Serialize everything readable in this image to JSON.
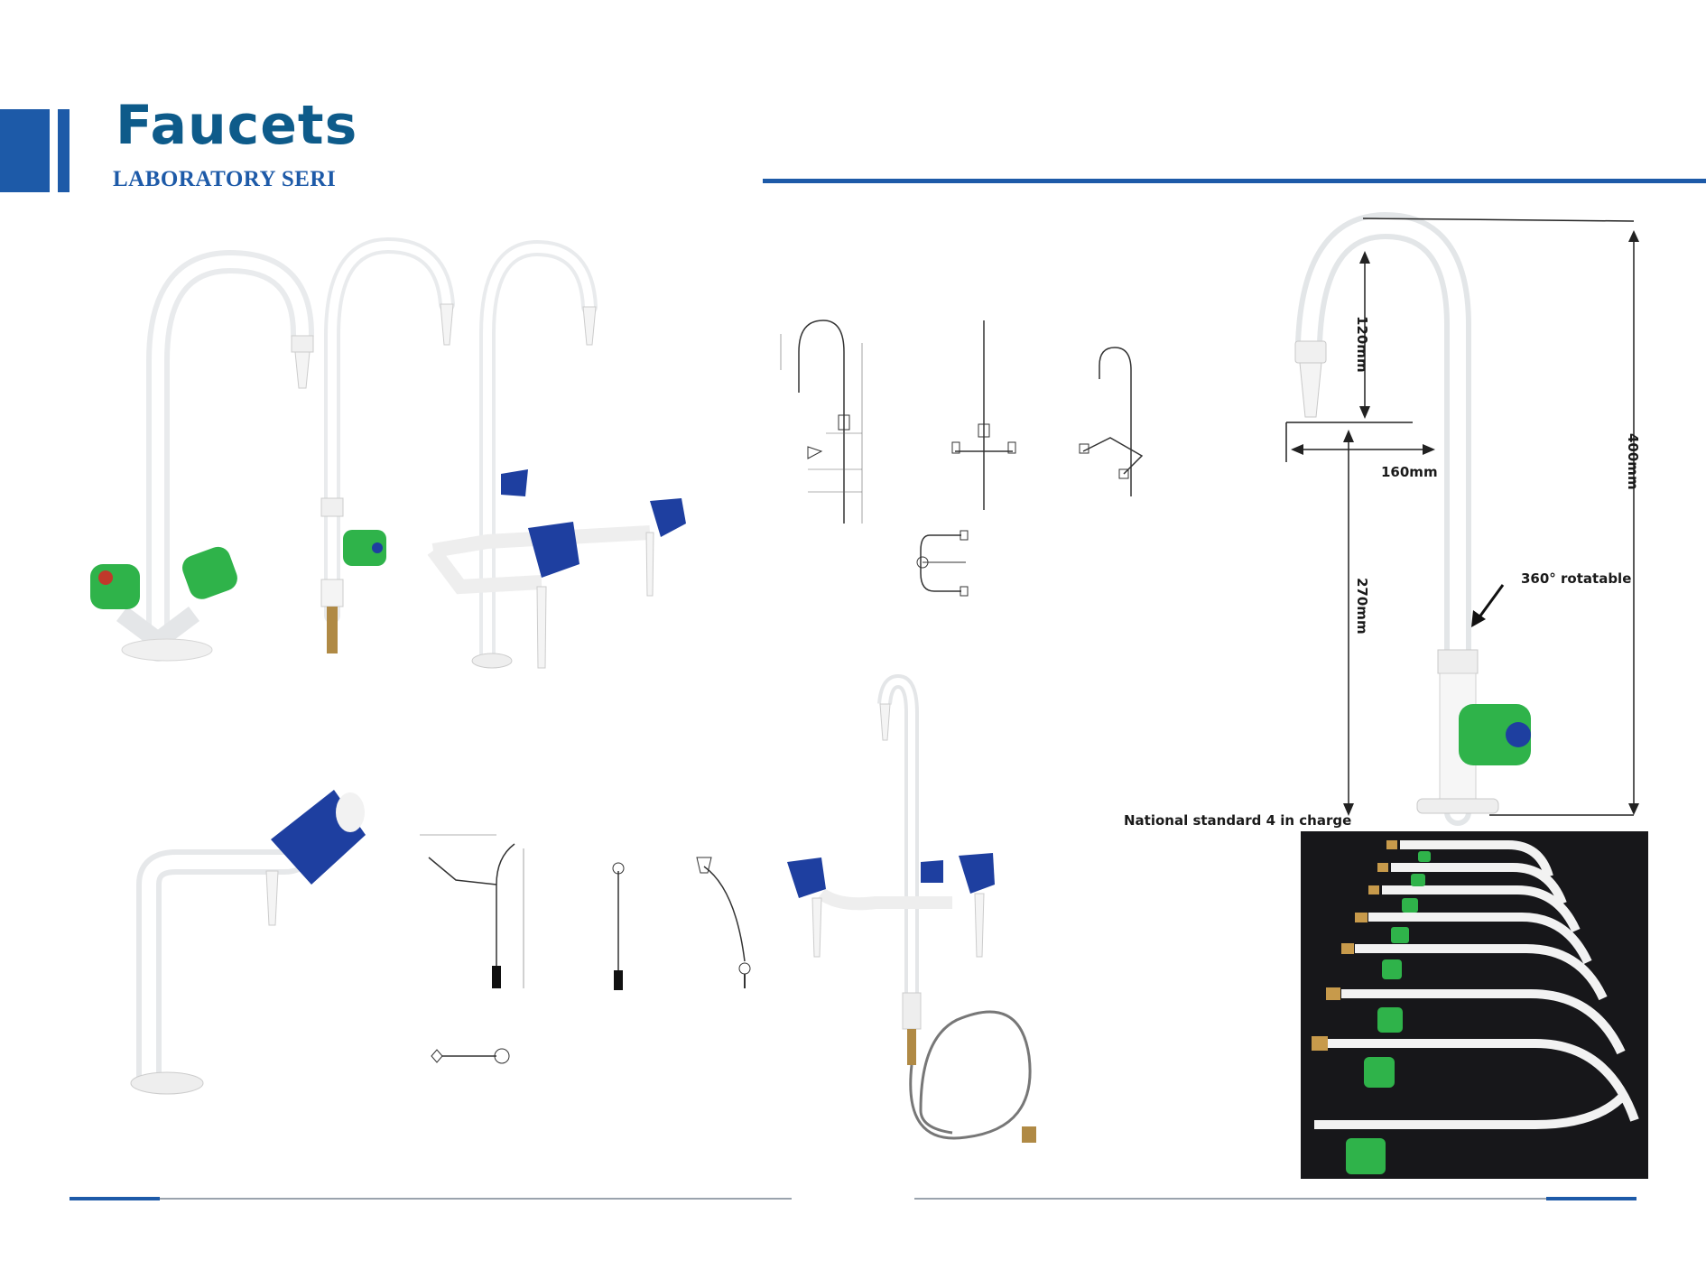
{
  "header": {
    "title": "Faucets",
    "subtitle": "LABORATORY SERI"
  },
  "dimensions": {
    "spout_height": "120mm",
    "spout_reach": "160mm",
    "base_height": "270mm",
    "total_height": "400mm"
  },
  "annotations": {
    "rotatable": "360° rotatable",
    "standard": "National standard 4 in charge"
  },
  "colors": {
    "brand_blue": "#1d5aa8",
    "title_blue": "#0e5b8a",
    "knob_green": "#2fb34a",
    "knob_blue": "#1e3fa0",
    "body_white": "#f2f3f4"
  }
}
